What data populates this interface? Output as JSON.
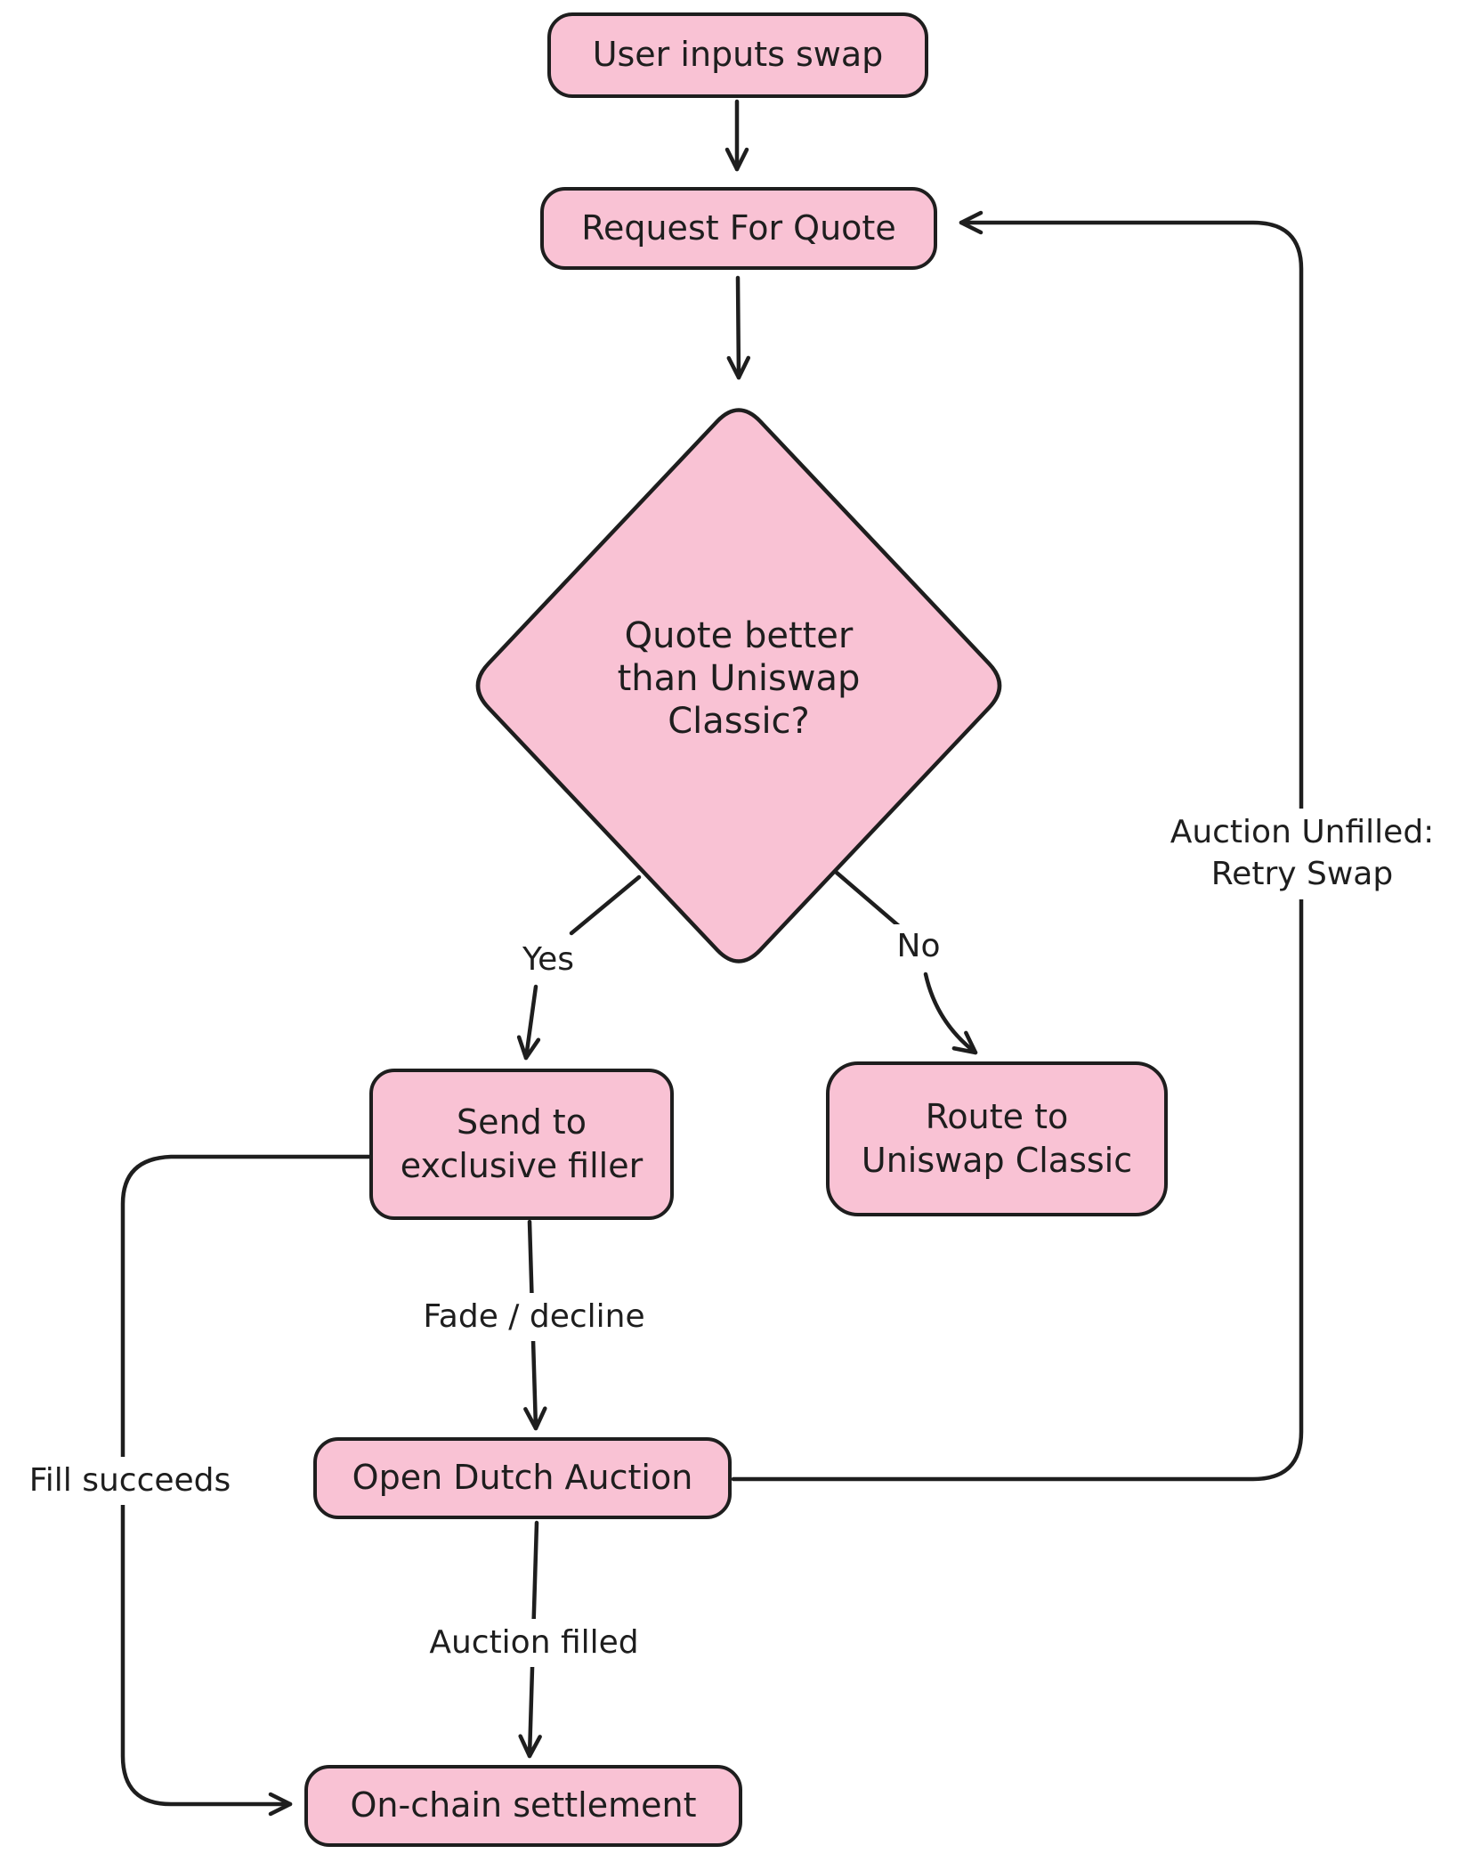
{
  "colors": {
    "node_fill": "#f9c2d4",
    "stroke": "#1e1e1e",
    "canvas_background": "#ffffff"
  },
  "nodes": {
    "user_inputs_swap": "User inputs swap",
    "request_for_quote": "Request For Quote",
    "quote_better_decision": "Quote better\nthan Uniswap\nClassic?",
    "send_to_exclusive_filler": "Send to\nexclusive filler",
    "route_to_uniswap_classic": "Route to\nUniswap Classic",
    "open_dutch_auction": "Open Dutch Auction",
    "on_chain_settlement": "On-chain settlement"
  },
  "edge_labels": {
    "yes": "Yes",
    "no": "No",
    "fade_decline": "Fade / decline",
    "fill_succeeds": "Fill succeeds",
    "auction_filled": "Auction filled",
    "auction_unfilled_retry": "Auction Unfilled:\nRetry Swap"
  },
  "edges": [
    {
      "from": "user_inputs_swap",
      "to": "request_for_quote",
      "label": ""
    },
    {
      "from": "request_for_quote",
      "to": "quote_better_decision",
      "label": ""
    },
    {
      "from": "quote_better_decision",
      "to": "send_to_exclusive_filler",
      "label": "Yes"
    },
    {
      "from": "quote_better_decision",
      "to": "route_to_uniswap_classic",
      "label": "No"
    },
    {
      "from": "send_to_exclusive_filler",
      "to": "open_dutch_auction",
      "label": "Fade / decline"
    },
    {
      "from": "send_to_exclusive_filler",
      "to": "on_chain_settlement",
      "label": "Fill succeeds"
    },
    {
      "from": "open_dutch_auction",
      "to": "on_chain_settlement",
      "label": "Auction filled"
    },
    {
      "from": "open_dutch_auction",
      "to": "request_for_quote",
      "label": "Auction Unfilled: Retry Swap"
    }
  ]
}
